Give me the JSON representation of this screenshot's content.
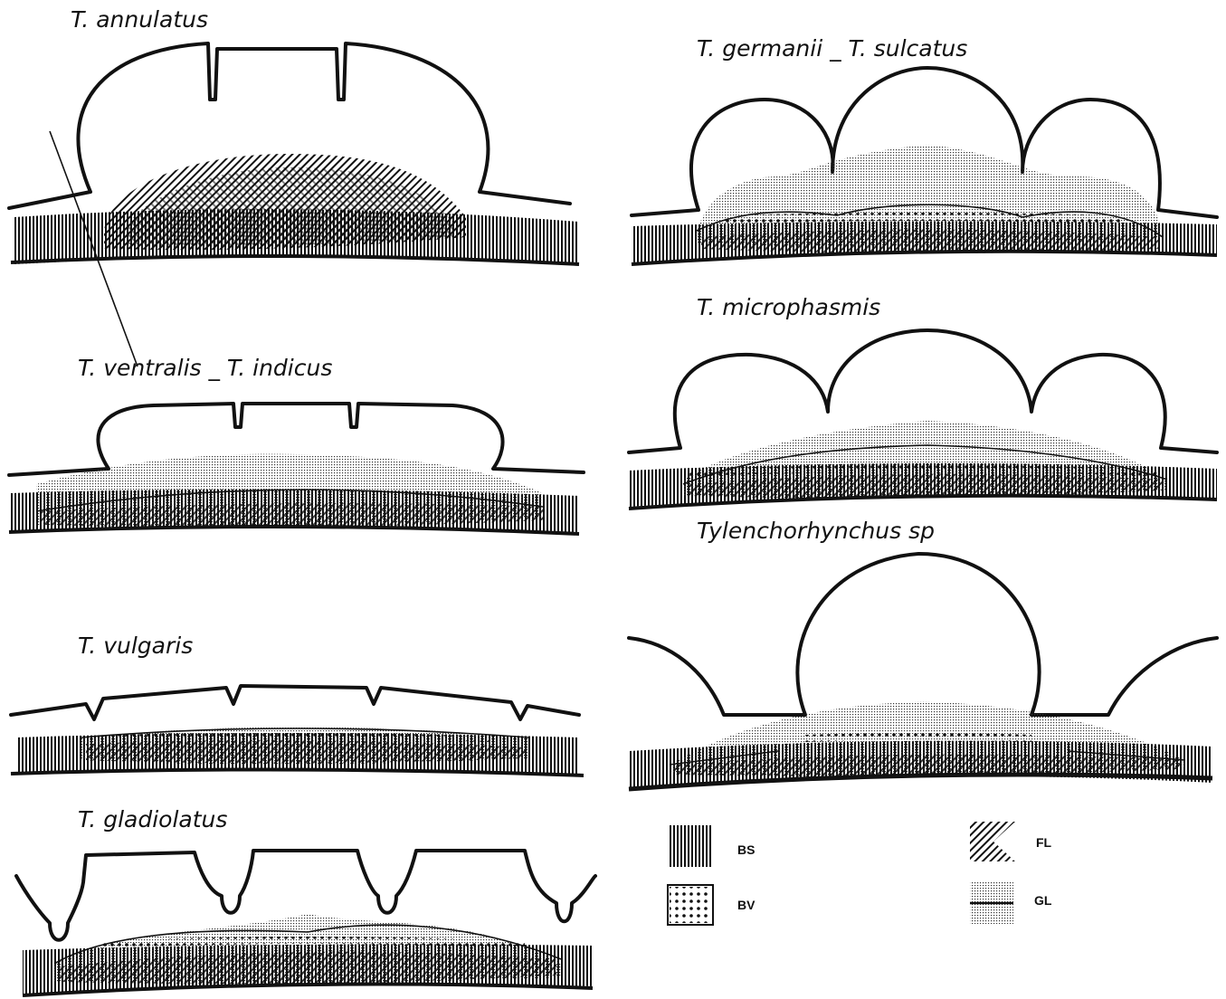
{
  "panels": {
    "annulatus": "T. annulatus",
    "ventralis": "T. ventralis _ T. indicus",
    "vulgaris": "T. vulgaris",
    "gladiolatus": "T. gladiolatus",
    "germanii": "T. germanii _ T. sulcatus",
    "microphasmis": "T. microphasmis",
    "tylenchorhynchus": "Tylenchorhynchus sp"
  },
  "legend": [
    {
      "key": "bs",
      "label": "BS"
    },
    {
      "key": "bv",
      "label": "BV"
    },
    {
      "key": "fl",
      "label": "FL"
    },
    {
      "key": "gl",
      "label": "GL"
    }
  ],
  "colors": {
    "ink": "#111111",
    "paper": "#ffffff"
  }
}
